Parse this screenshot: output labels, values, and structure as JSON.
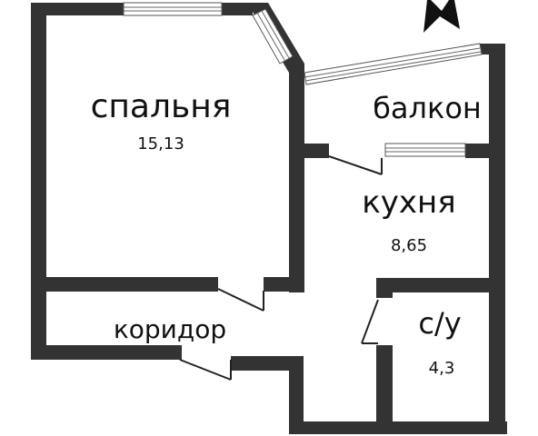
{
  "colors": {
    "wall": "#333333",
    "background": "#ffffff",
    "text": "#111111"
  },
  "rooms": {
    "bedroom": {
      "name": "спальня",
      "area": "15,13"
    },
    "balcony": {
      "name": "балкон"
    },
    "kitchen": {
      "name": "кухня",
      "area": "8,65"
    },
    "corridor": {
      "name": "коридор"
    },
    "bathroom": {
      "name": "с/у",
      "area": "4,3"
    }
  },
  "icons": {
    "compass": "north-arrow-icon"
  }
}
